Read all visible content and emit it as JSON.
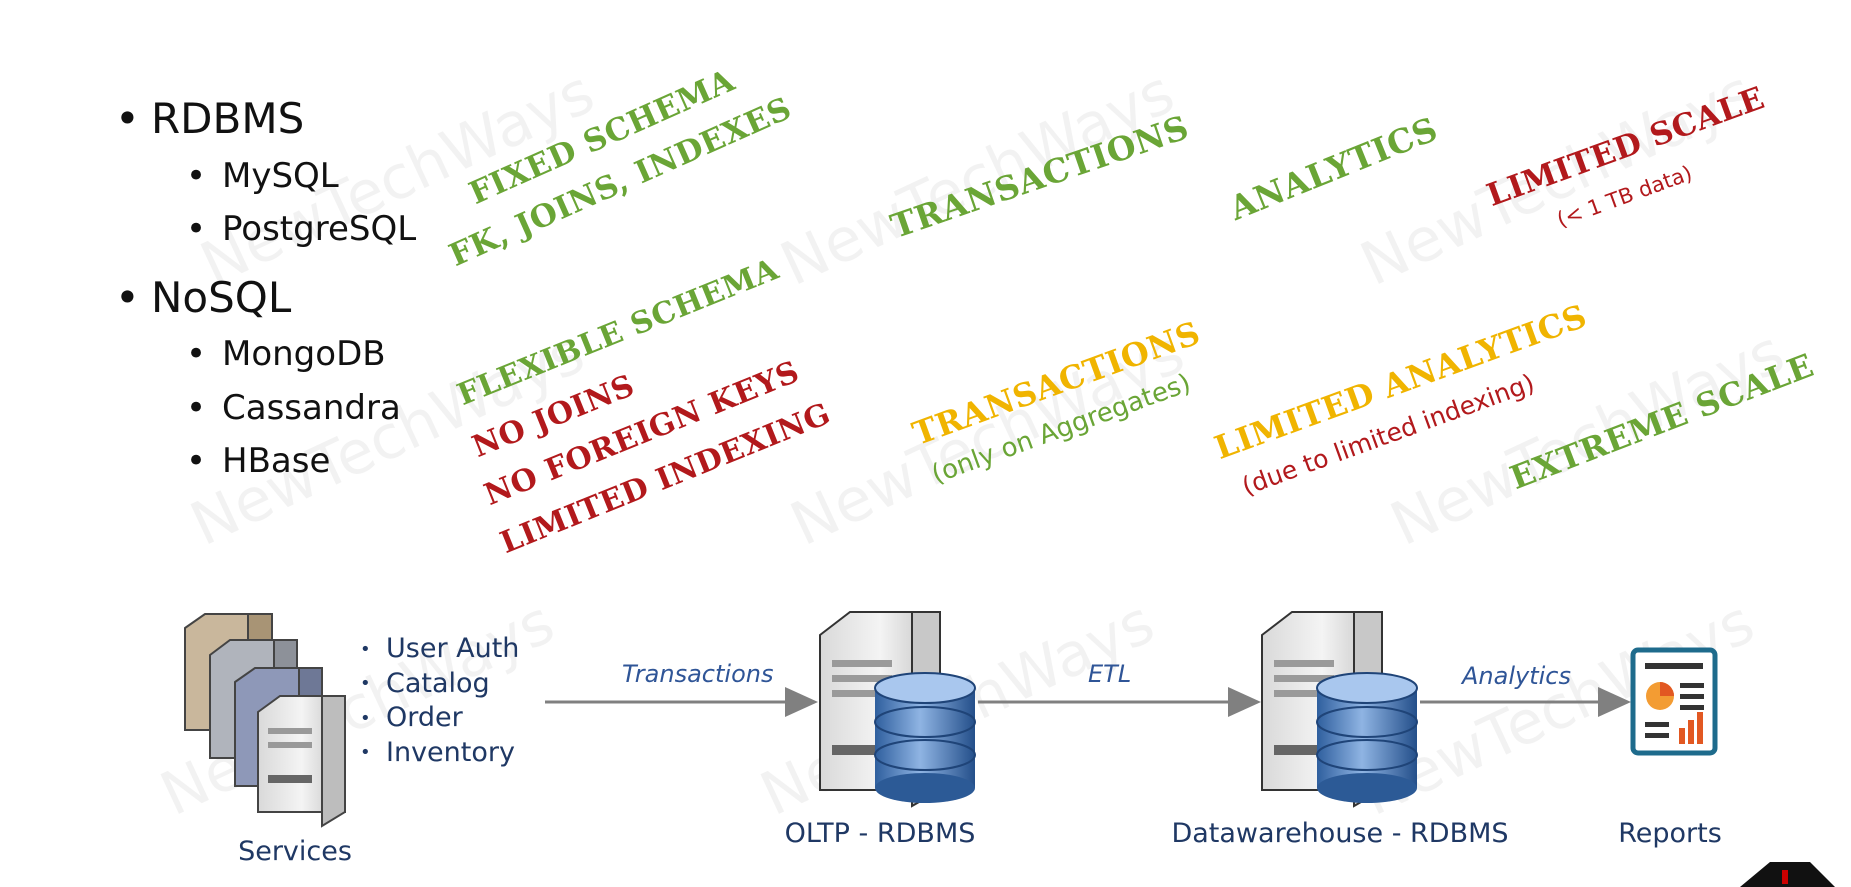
{
  "list": {
    "rdbms": {
      "label": "RDBMS",
      "items": [
        "MySQL",
        "PostgreSQL"
      ]
    },
    "nosql": {
      "label": "NoSQL",
      "items": [
        "MongoDB",
        "Cassandra",
        "HBase"
      ]
    }
  },
  "rdbms_traits": {
    "schema_line1": "FIXED SCHEMA",
    "schema_line2": "FK, JOINS, INDEXES",
    "transactions": "TRANSACTIONS",
    "analytics": "ANALYTICS",
    "scale": "LIMITED SCALE",
    "scale_note": "(< 1 TB data)"
  },
  "nosql_traits": {
    "schema_line1": "FLEXIBLE SCHEMA",
    "schema_line2": "NO JOINS",
    "schema_line3": "NO FOREIGN KEYS",
    "schema_line4": "LIMITED INDEXING",
    "transactions": "TRANSACTIONS",
    "transactions_note": "(only on Aggregates)",
    "analytics": "LIMITED ANALYTICS",
    "analytics_note": "(due to limited indexing)",
    "scale": "EXTREME SCALE"
  },
  "diagram": {
    "services": {
      "items": [
        "User Auth",
        "Catalog",
        "Order",
        "Inventory"
      ],
      "caption": "Services"
    },
    "flow1": "Transactions",
    "oltp_caption": "OLTP - RDBMS",
    "flow2": "ETL",
    "dw_caption": "Datawarehouse - RDBMS",
    "flow3": "Analytics",
    "reports_caption": "Reports"
  },
  "watermark": "NewTechWays",
  "colors": {
    "green": "#6aa536",
    "red": "#b2191c",
    "yellow": "#f0b400",
    "navy": "#1f3864",
    "arrow": "#808080"
  }
}
